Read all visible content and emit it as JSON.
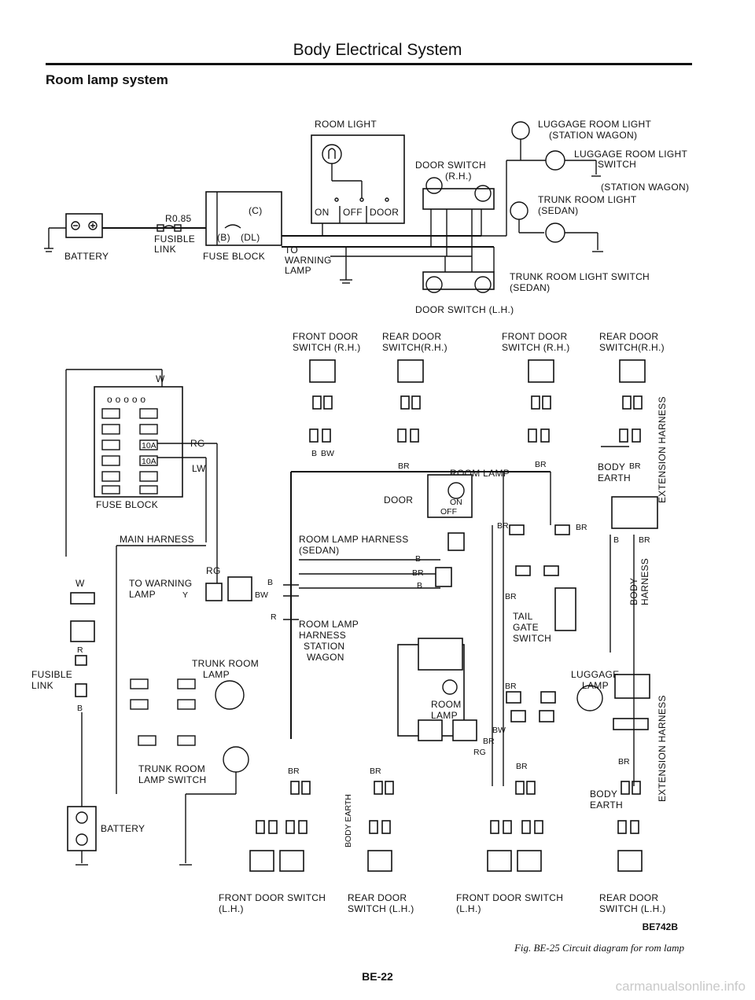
{
  "header": {
    "title": "Body Electrical System"
  },
  "section": {
    "title": "Room lamp system"
  },
  "top_diagram": {
    "room_light": "ROOM LIGHT",
    "switch_positions": [
      "ON",
      "OFF",
      "DOOR"
    ],
    "battery": "BATTERY",
    "fusible_link_value": "R0.85",
    "fusible_link": [
      "FUSIBLE",
      "LINK"
    ],
    "fuse_block": "FUSE BLOCK",
    "fuse_c": "(C)",
    "fuse_b": "(B)",
    "fuse_dl": "(DL)",
    "warning_lamp": [
      "TO",
      "WARNING",
      "LAMP"
    ],
    "door_switch_rh": [
      "DOOR SWITCH",
      "(R.H.)"
    ],
    "door_switch_lh": "DOOR SWITCH (L.H.)",
    "luggage_light": [
      "LUGGAGE ROOM LIGHT",
      "(STATION WAGON)"
    ],
    "luggage_switch": [
      "LUGGAGE ROOM LIGHT",
      "SWITCH",
      "(STATION WAGON)"
    ],
    "trunk_light": [
      "TRUNK ROOM LIGHT",
      "(SEDAN)"
    ],
    "trunk_switch": [
      "TRUNK ROOM LIGHT SWITCH",
      "(SEDAN)"
    ]
  },
  "bottom_diagram": {
    "front_door_rh_1": [
      "FRONT DOOR",
      "SWITCH (R.H.)"
    ],
    "rear_door_rh_1": [
      "REAR DOOR",
      "SWITCH(R.H.)"
    ],
    "front_door_rh_2": [
      "FRONT DOOR",
      "SWITCH (R.H.)"
    ],
    "rear_door_rh_2": [
      "REAR DOOR",
      "SWITCH(R.H.)"
    ],
    "fuse_block": "FUSE BLOCK",
    "fuse_10a": "10A",
    "main_harness": "MAIN HARNESS",
    "wire_w": "W",
    "wire_rg": "RG",
    "wire_lw": "LW",
    "wire_r": "R",
    "wire_b": "B",
    "wire_bw": "BW",
    "wire_br": "BR",
    "wire_y": "Y",
    "to_warning_lamp": [
      "TO WARNING",
      "LAMP"
    ],
    "fusible_link": [
      "FUSIBLE",
      "LINK"
    ],
    "battery": "BATTERY",
    "room_lamp": "ROOM LAMP",
    "door_pos": "DOOR",
    "on_pos": "ON",
    "off_pos": "OFF",
    "room_lamp_harness_sedan": [
      "ROOM LAMP HARNESS",
      "(SEDAN)"
    ],
    "room_lamp_harness_wagon": [
      "ROOM LAMP",
      "HARNESS",
      "STATION",
      "WAGON"
    ],
    "room_lamp_lower": [
      "ROOM",
      "LAMP"
    ],
    "trunk_room_lamp": [
      "TRUNK ROOM",
      "LAMP"
    ],
    "trunk_room_lamp_switch": [
      "TRUNK ROOM",
      "LAMP SWITCH"
    ],
    "body_earth": [
      "BODY",
      "EARTH"
    ],
    "body_earth_vertical": "BODY EARTH",
    "tail_gate_switch": [
      "TAIL",
      "GATE",
      "SWITCH"
    ],
    "luggage_lamp": [
      "LUGGAGE",
      "LAMP"
    ],
    "extension_harness": "EXTENSION HARNESS",
    "body_harness": [
      "BODY",
      "HARNESS"
    ],
    "front_door_lh_1": [
      "FRONT DOOR SWITCH",
      "(L.H.)"
    ],
    "rear_door_lh_1": [
      "REAR DOOR",
      "SWITCH (L.H.)"
    ],
    "front_door_lh_2": [
      "FRONT DOOR SWITCH",
      "(L.H.)"
    ],
    "rear_door_lh_2": [
      "REAR DOOR",
      "SWITCH (L.H.)"
    ],
    "vert_codes": [
      "RG",
      "BR",
      "BW",
      "LW",
      "BR",
      "RG"
    ]
  },
  "footer": {
    "code": "BE742B",
    "caption": "Fig. BE-25 Circuit diagram for rom lamp",
    "page_number": "BE-22",
    "watermark": "carmanualsonline.info"
  }
}
